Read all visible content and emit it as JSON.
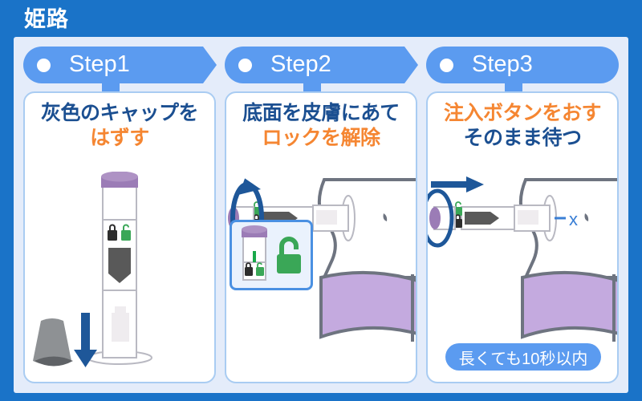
{
  "header": {
    "title": "姫路"
  },
  "colors": {
    "frame_blue": "#1a73c8",
    "panel_bg": "#e4ecfa",
    "pill_blue": "#5b9bf0",
    "text_navy": "#1b4f91",
    "text_orange": "#f58632",
    "card_border": "#a9ccf2",
    "cap_purple": "#9b7cb6",
    "skin_purple": "#c4aadf",
    "lock_green": "#3aa757",
    "arrow_blue": "#1e5799"
  },
  "steps": [
    {
      "label": "Step1",
      "bullet_icon": "circle-bullet-icon",
      "shape": "arrow",
      "line1": "灰色のキャップを",
      "line1_color": "navy",
      "line2": "はずす",
      "line2_color": "orange",
      "art_name": "pen-remove-gray-cap-illustration",
      "badge": null
    },
    {
      "label": "Step2",
      "bullet_icon": "circle-bullet-icon",
      "shape": "arrow",
      "line1": "底面を皮膚にあて",
      "line1_color": "navy",
      "line2": "ロックを解除",
      "line2_color": "orange",
      "art_name": "pen-against-skin-unlock-illustration",
      "badge": null
    },
    {
      "label": "Step3",
      "bullet_icon": "circle-bullet-icon",
      "shape": "plain",
      "line1": "注入ボタンをおす",
      "line1_color": "orange",
      "line2": "そのまま待つ",
      "line2_color": "navy",
      "art_name": "press-injection-button-illustration",
      "badge": "長くても10秒以内"
    }
  ]
}
